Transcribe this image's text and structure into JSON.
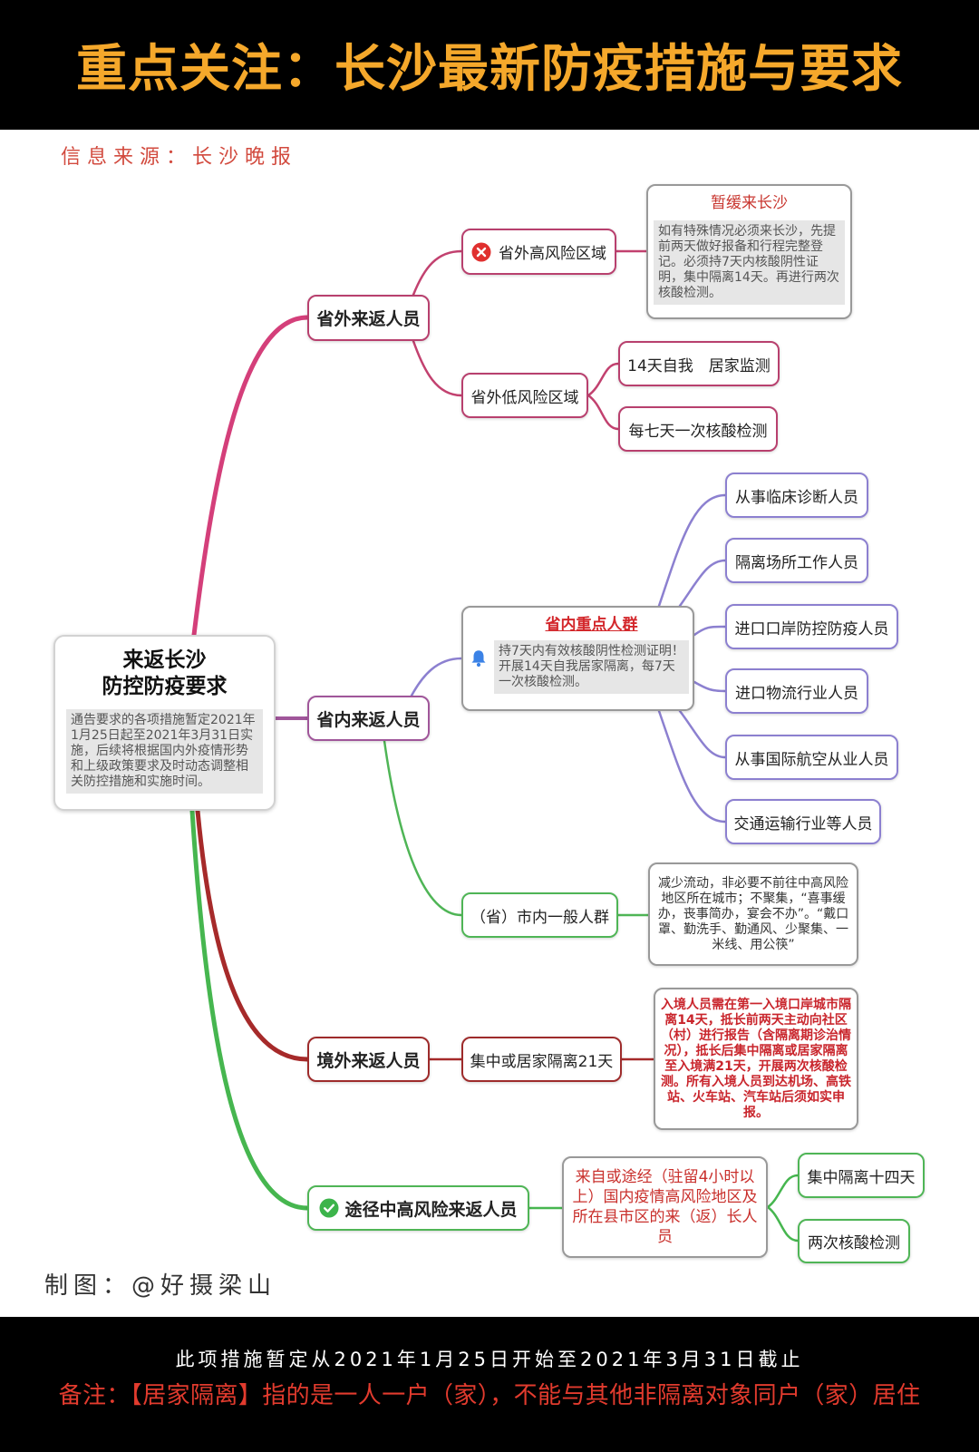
{
  "header": {
    "title": "重点关注：长沙最新防疫措施与要求"
  },
  "source": "信息来源：长沙晚报",
  "root": {
    "title_lines": [
      "来返长沙",
      "防控防疫要求"
    ],
    "note": "通告要求的各项措施暂定2021年1月25日起至2021年3月31日实施，后续将根据国内外疫情形势和上级政策要求及时动态调整相关防控措施和实施时间。"
  },
  "outside_province": {
    "label": "省外来返人员",
    "high_risk": {
      "label": "省外高风险区域",
      "icon": "x-circle-icon",
      "note_title": "暂缓来长沙",
      "note_text": "如有特殊情况必须来长沙，先提前两天做好报备和行程完整登记。必须持7天内核酸阴性证明，集中隔离14天。再进行两次核酸检测。"
    },
    "low_risk": {
      "label": "省外低风险区域",
      "measures": [
        "14天自我　居家监测",
        "每七天一次核酸检测"
      ]
    }
  },
  "inside_province": {
    "label": "省内来返人员",
    "key_groups": {
      "title": "省内重点人群",
      "icon": "bell-icon",
      "note_text": "持7天内有效核酸阴性检测证明！开展14天自我居家隔离，每7天一次核酸检测。",
      "items": [
        "从事临床诊断人员",
        "隔离场所工作人员",
        "进口口岸防控防疫人员",
        "进口物流行业人员",
        "从事国际航空从业人员",
        "交通运输行业等人员"
      ]
    },
    "general": {
      "label": "（省）市内一般人群",
      "note_text": "减少流动，非必要不前往中高风险地区所在城市；不聚集，“喜事缓办，丧事简办，宴会不办”。“戴口罩、勤洗手、勤通风、少聚集、一米线、用公筷”"
    }
  },
  "overseas": {
    "label": "境外来返人员",
    "measure": "集中或居家隔离21天",
    "note_text": "入境人员需在第一入境口岸城市隔离14天，抵长前两天主动向社区（村）进行报告（含隔离期诊治情况），抵长后集中隔离或居家隔离至入境满21天，开展两次核酸检测。所有入境人员到达机场、高铁站、火车站、汽车站后须如实申报。"
  },
  "via_risk_area": {
    "label": "途径中高风险来返人员",
    "icon": "check-circle-icon",
    "description": "来自或途经（驻留4小时以上）国内疫情高风险地区及所在县市区的来（返）长人员",
    "measures": [
      "集中隔离十四天",
      "两次核酸检测"
    ]
  },
  "credit": "制图：@好摄梁山",
  "footer": {
    "period": "此项措施暂定从2021年1月25日开始至2021年3月31日截止",
    "remark": "备注：【居家隔离】指的是一人一户（家），不能与其他非隔离对象同户（家）居住"
  },
  "colors": {
    "header_bg": "#000000",
    "title": "#f5a82b",
    "source": "#d24a3e",
    "outside_branch": "#d43f7a",
    "inside_key_branch": "#8c80d0",
    "inside_general_branch": "#4fb556",
    "overseas_branch": "#a62a2a",
    "via_branch": "#46b64f",
    "remark": "#e23b2e"
  }
}
